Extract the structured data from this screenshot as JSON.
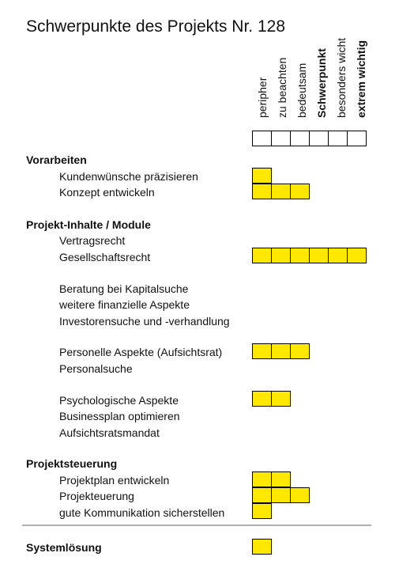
{
  "title": "Schwerpunkte des Projekts Nr. 128",
  "columns": [
    "peripher",
    "zu beachten",
    "bedeutsam",
    "Schwerpunkt",
    "besonders wicht",
    "extrem wichtig"
  ],
  "sections": [
    {
      "label": "Vorarbeiten",
      "items": [
        {
          "label": "Kundenwünsche präzisieren",
          "level": 1
        },
        {
          "label": "Konzept entwickeln",
          "level": 3
        }
      ]
    },
    {
      "label": "Projekt-Inhalte / Module",
      "items": [
        {
          "label": "Vertragsrecht",
          "level": 0
        },
        {
          "label": "Gesellschaftsrecht",
          "level": 6
        },
        {
          "label": "Beratung bei Kapitalsuche",
          "level": 0
        },
        {
          "label": "weitere finanzielle Aspekte",
          "level": 0
        },
        {
          "label": "Investorensuche und -verhandlung",
          "level": 0
        },
        {
          "label": "Personelle Aspekte (Aufsichtsrat)",
          "level": 3
        },
        {
          "label": "Personalsuche",
          "level": 0
        },
        {
          "label": "Psychologische Aspekte",
          "level": 2
        },
        {
          "label": "Businessplan optimieren",
          "level": 0
        },
        {
          "label": "Aufsichtsratsmandat",
          "level": 0
        }
      ]
    },
    {
      "label": "Projektsteuerung",
      "items": [
        {
          "label": "Projektplan entwickeln",
          "level": 2
        },
        {
          "label": "Projekteuerung",
          "level": 3
        },
        {
          "label": "gute Kommunikation sicherstellen",
          "level": 1
        }
      ]
    },
    {
      "label": "Systemlösung",
      "level": 1,
      "items": []
    }
  ],
  "colors": {
    "fill": "#ffe800",
    "border": "#000000",
    "divider": "#b0b0b0"
  }
}
